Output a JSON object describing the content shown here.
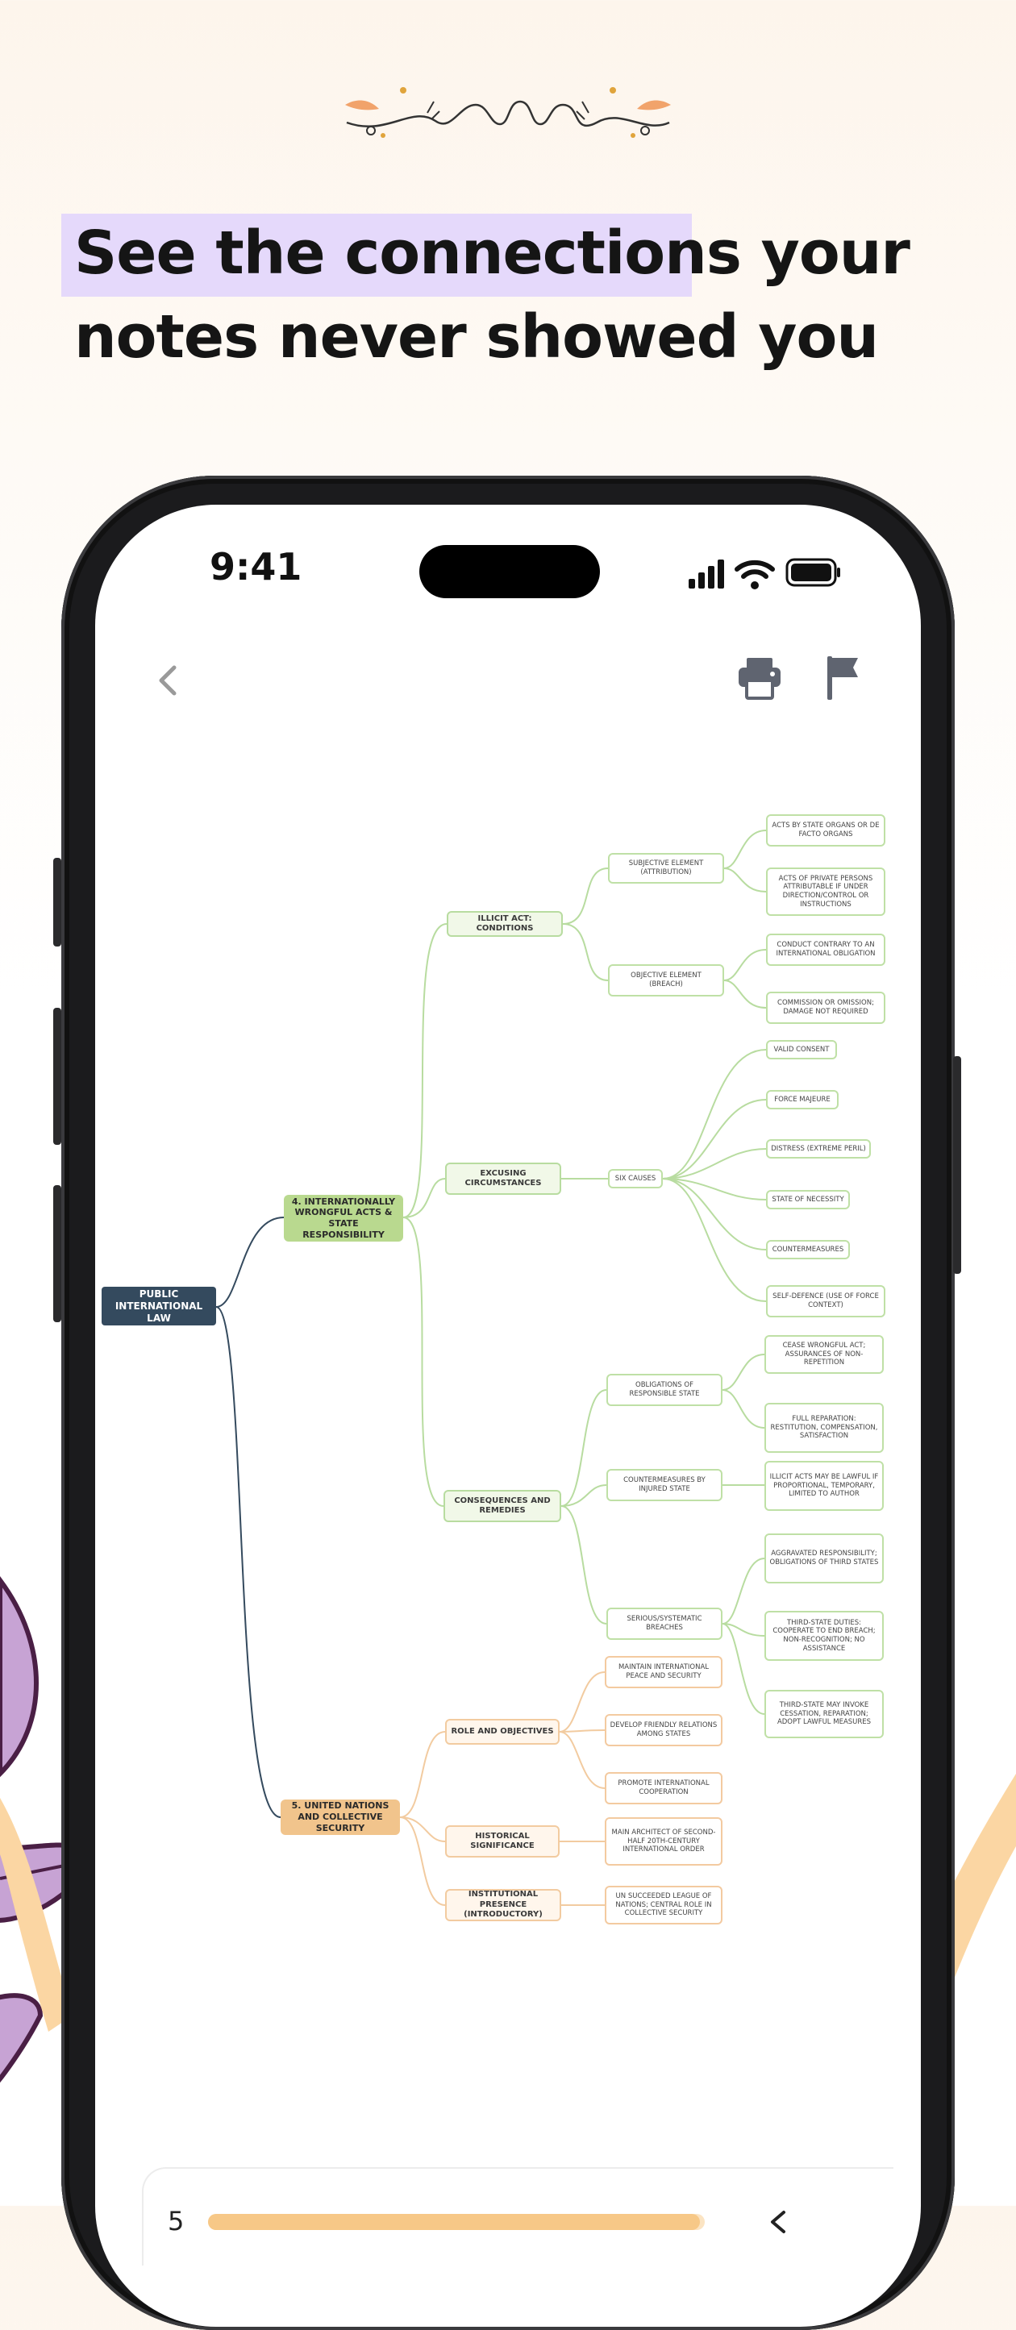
{
  "headline": {
    "line1": "See the connections your",
    "line2": "notes never showed you"
  },
  "status_bar": {
    "time": "9:41"
  },
  "toolbar": {
    "back_icon": "chevron-left-icon",
    "print_icon": "printer-icon",
    "flag_icon": "flag-icon"
  },
  "mindmap": {
    "root": "PUBLIC INTERNATIONAL LAW",
    "branch4": {
      "label": "4. INTERNATIONALLY WRONGFUL ACTS & STATE RESPONSIBILITY",
      "illicit": {
        "label": "ILLICIT ACT: CONDITIONS",
        "subjective": "SUBJECTIVE ELEMENT (ATTRIBUTION)",
        "subjective_leaves": [
          "ACTS BY STATE ORGANS OR DE FACTO ORGANS",
          "ACTS OF PRIVATE PERSONS ATTRIBUTABLE IF UNDER DIRECTION/CONTROL OR INSTRUCTIONS"
        ],
        "objective": "OBJECTIVE ELEMENT (BREACH)",
        "objective_leaves": [
          "CONDUCT CONTRARY TO AN INTERNATIONAL OBLIGATION",
          "COMMISSION OR OMISSION; DAMAGE NOT REQUIRED"
        ]
      },
      "excusing": {
        "label": "EXCUSING CIRCUMSTANCES",
        "six": "SIX CAUSES",
        "leaves": [
          "VALID CONSENT",
          "FORCE MAJEURE",
          "DISTRESS (EXTREME PERIL)",
          "STATE OF NECESSITY",
          "COUNTERMEASURES",
          "SELF-DEFENCE (USE OF FORCE CONTEXT)"
        ]
      },
      "consequences": {
        "label": "CONSEQUENCES AND REMEDIES",
        "obligations": "OBLIGATIONS OF RESPONSIBLE STATE",
        "obligations_leaves": [
          "CEASE WRONGFUL ACT; ASSURANCES OF NON-REPETITION",
          "FULL REPARATION: RESTITUTION, COMPENSATION, SATISFACTION"
        ],
        "countermeasures": "COUNTERMEASURES BY INJURED STATE",
        "countermeasures_leaves": [
          "ILLICIT ACTS MAY BE LAWFUL IF PROPORTIONAL, TEMPORARY, LIMITED TO AUTHOR"
        ],
        "serious": "SERIOUS/SYSTEMATIC BREACHES",
        "serious_leaves": [
          "AGGRAVATED RESPONSIBILITY; OBLIGATIONS OF THIRD STATES",
          "THIRD-STATE DUTIES: COOPERATE TO END BREACH; NON-RECOGNITION; NO ASSISTANCE",
          "THIRD-STATE MAY INVOKE CESSATION, REPARATION; ADOPT LAWFUL MEASURES"
        ]
      }
    },
    "branch5": {
      "label": "5. UNITED NATIONS AND COLLECTIVE SECURITY",
      "role": "ROLE AND OBJECTIVES",
      "role_leaves": [
        "MAINTAIN INTERNATIONAL PEACE AND SECURITY",
        "DEVELOP FRIENDLY RELATIONS AMONG STATES",
        "PROMOTE INTERNATIONAL COOPERATION"
      ],
      "historical": "HISTORICAL SIGNIFICANCE",
      "historical_leaves": [
        "MAIN ARCHITECT OF SECOND-HALF 20TH-CENTURY INTERNATIONAL ORDER"
      ],
      "institutional": "INSTITUTIONAL PRESENCE (INTRODUCTORY)",
      "institutional_leaves": [
        "UN SUCCEEDED LEAGUE OF NATIONS; CENTRAL ROLE IN COLLECTIVE SECURITY"
      ]
    }
  },
  "bottom_bar": {
    "page": "5",
    "progress_fraction": 0.99,
    "chevron_icon": "chevron-left-icon"
  },
  "colors": {
    "highlight": "#e5d9fb",
    "green": "#b9d98f",
    "orange": "#f1c48c",
    "root": "#344a5e",
    "purple": "#c7a3d4",
    "peach": "#fbd6a3"
  }
}
